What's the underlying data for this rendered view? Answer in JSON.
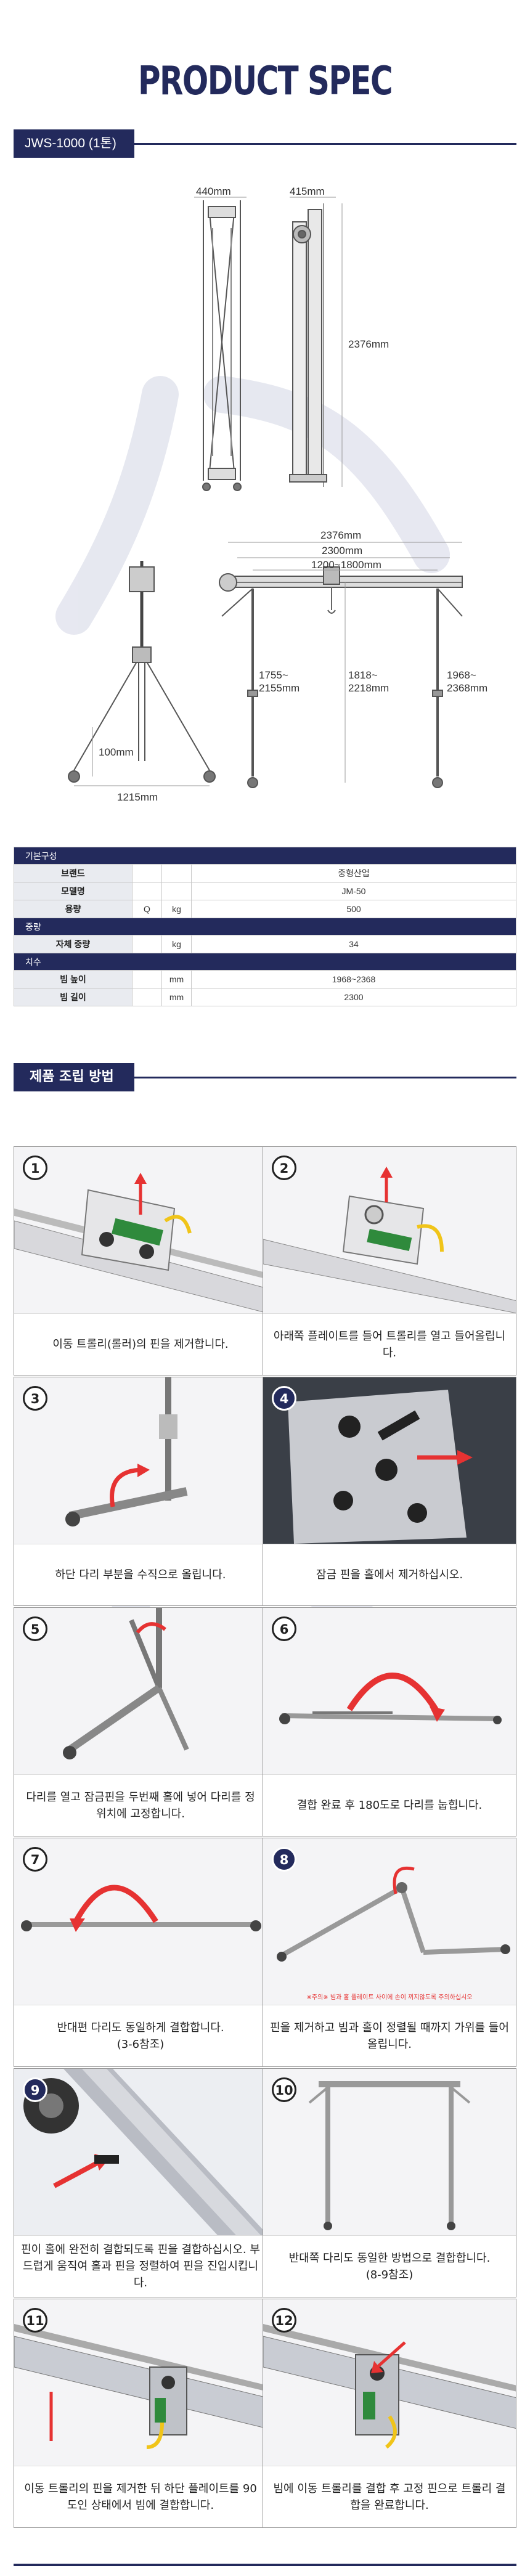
{
  "title": "PRODUCT SPEC",
  "model_tag": "JWS-1000 (1톤)",
  "dimensions": {
    "front_width": "440mm",
    "side_width": "415mm",
    "folded_height": "2376mm",
    "beam_length_total": "2376mm",
    "beam_length_inner": "2300mm",
    "beam_range": "1200~1800mm",
    "leg_height_1": "1755~\n2155mm",
    "leg_height_2": "1818~\n2218mm",
    "leg_height_3": "1968~\n2368mm",
    "foot_height": "100mm",
    "base_width": "1215mm"
  },
  "spec_table": {
    "section_basic": "기본구성",
    "rows_basic": [
      {
        "label": "브랜드",
        "u1": "",
        "u2": "",
        "value": "중형산업"
      },
      {
        "label": "모델명",
        "u1": "",
        "u2": "",
        "value": "JM-50"
      },
      {
        "label": "용량",
        "u1": "Q",
        "u2": "kg",
        "value": "500"
      }
    ],
    "section_weight": "중량",
    "rows_weight": [
      {
        "label": "자체 중량",
        "u1": "",
        "u2": "kg",
        "value": "34"
      }
    ],
    "section_dim": "치수",
    "rows_dim": [
      {
        "label": "빔 높이",
        "u1": "",
        "u2": "mm",
        "value": "1968~2368"
      },
      {
        "label": "빔 길이",
        "u1": "",
        "u2": "mm",
        "value": "2300"
      }
    ]
  },
  "assembly_tag": "제품 조립 방법",
  "steps": [
    {
      "num": "1",
      "caption": "이동 트롤리(롤러)의 핀을 제거합니다."
    },
    {
      "num": "2",
      "caption": "아래쪽 플레이트를 들어 트롤리를 열고 들어올립니다."
    },
    {
      "num": "3",
      "caption": "하단 다리 부분을 수직으로 올립니다."
    },
    {
      "num": "4",
      "caption": "잠금 핀을 홀에서 제거하십시오."
    },
    {
      "num": "5",
      "caption": "다리를 열고 잠금핀을 두번째 홀에 넣어 다리를 정 위치에 고정합니다."
    },
    {
      "num": "6",
      "caption": "결합 완료 후 180도로 다리를 눕힙니다."
    },
    {
      "num": "7",
      "caption": "반대편 다리도 동일하게 결합합니다.\n(3-6참조)"
    },
    {
      "num": "8",
      "caption": "핀을 제거하고 빔과 홀이 정렬될 때까지 가위를 들어 올립니다.",
      "warning": "※주의※ 빔과 홀 플레이트 사이에 손이 끼지않도록 주의하십시오"
    },
    {
      "num": "9",
      "caption": "핀이 홀에 완전히 결합되도록 핀을 결합하십시오. 부드럽게 움직여 홀과 핀을 정렬하여 핀을 진입시킵니다."
    },
    {
      "num": "10",
      "caption": "반대쪽 다리도 동일한 방법으로 결합합니다.\n(8-9참조)"
    },
    {
      "num": "11",
      "caption": "이동 트롤리의 핀을 제거한 뒤 하단 플레이트를 90도인 상태에서 빔에 결합합니다."
    },
    {
      "num": "12",
      "caption": "빔에 이동 트롤리를 결합 후 고정 핀으로 트롤리 결합을 완료합니다."
    }
  ],
  "colors": {
    "navy": "#232a5c",
    "red": "#e63232",
    "green": "#2f8a3c",
    "yellow": "#f0c419"
  }
}
